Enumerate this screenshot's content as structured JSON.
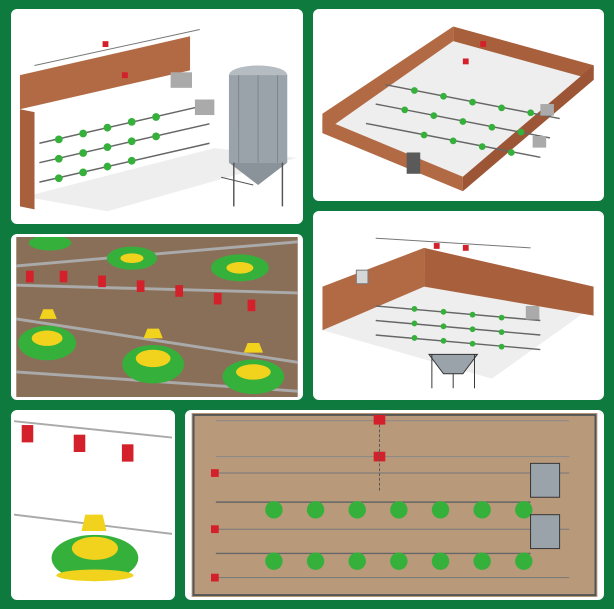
{
  "theme": {
    "background": "#0f7a3e",
    "panel_border": "#ffffff",
    "brick": "#b26a45",
    "brick_top": "#8b4a2d",
    "feeder_green": "#35b03a",
    "feeder_yellow": "#f1d21c",
    "drinker_red": "#d4202a",
    "silo_metal": "#9aa3aa",
    "floor_brown": "#b89a7b"
  },
  "panels": [
    {
      "id": "house-with-silo",
      "icons": [
        "brick-wall-icon",
        "feeder-line-icon",
        "silo-icon"
      ]
    },
    {
      "id": "closed-house",
      "icons": [
        "brick-wall-icon",
        "door-icon",
        "feeder-line-icon"
      ]
    },
    {
      "id": "closeup-feeders",
      "icons": [
        "pan-feeder-icon",
        "nipple-drinker-icon"
      ]
    },
    {
      "id": "house-with-hopper",
      "icons": [
        "brick-wall-icon",
        "window-icon",
        "hopper-icon"
      ]
    },
    {
      "id": "single-feeder",
      "icons": [
        "pan-feeder-icon",
        "nipple-drinker-icon"
      ]
    },
    {
      "id": "top-view-plan",
      "icons": [
        "feeder-line-icon",
        "hopper-icon",
        "drinker-line-icon"
      ]
    }
  ]
}
